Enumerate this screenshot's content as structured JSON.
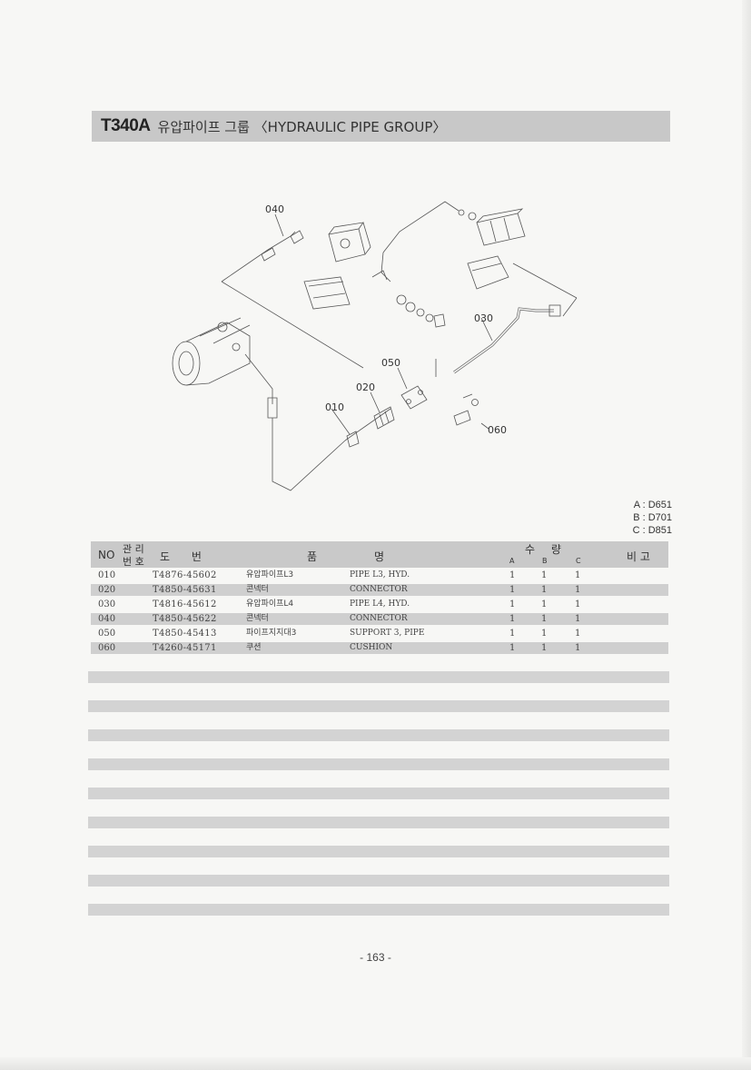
{
  "header": {
    "code": "T340A",
    "title": "유압파이프 그룹 〈HYDRAULIC PIPE GROUP〉"
  },
  "diagram": {
    "callouts": [
      "040",
      "030",
      "050",
      "020",
      "010",
      "060"
    ]
  },
  "models": [
    "A : D651",
    "B : D701",
    "C : D851"
  ],
  "table": {
    "headers": {
      "no": "NO",
      "mgmt_top": "관 리",
      "mgmt_bottom": "번 호",
      "part_no": "도 번",
      "name_1": "품",
      "name_2": "명",
      "qty": "수 량",
      "qty_a": "A",
      "qty_b": "B",
      "qty_c": "C",
      "remarks": "비 고"
    },
    "rows": [
      {
        "no": "010",
        "part": "T4876-45602",
        "kr": "유압파이프L3",
        "en": "PIPE L3, HYD.",
        "a": "1",
        "b": "1",
        "c": "1"
      },
      {
        "no": "020",
        "part": "T4850-45631",
        "kr": "콘넥터",
        "en": "CONNECTOR",
        "a": "1",
        "b": "1",
        "c": "1"
      },
      {
        "no": "030",
        "part": "T4816-45612",
        "kr": "유압파이프L4",
        "en": "PIPE L4, HYD.",
        "a": "1",
        "b": "1",
        "c": "1"
      },
      {
        "no": "040",
        "part": "T4850-45622",
        "kr": "콘넥터",
        "en": "CONNECTOR",
        "a": "1",
        "b": "1",
        "c": "1"
      },
      {
        "no": "050",
        "part": "T4850-45413",
        "kr": "파이프지지대3",
        "en": "SUPPORT 3, PIPE",
        "a": "1",
        "b": "1",
        "c": "1"
      },
      {
        "no": "060",
        "part": "T4260-45171",
        "kr": "쿠션",
        "en": "CUSHION",
        "a": "1",
        "b": "1",
        "c": "1"
      }
    ]
  },
  "footer": {
    "page": "- 163 -"
  }
}
